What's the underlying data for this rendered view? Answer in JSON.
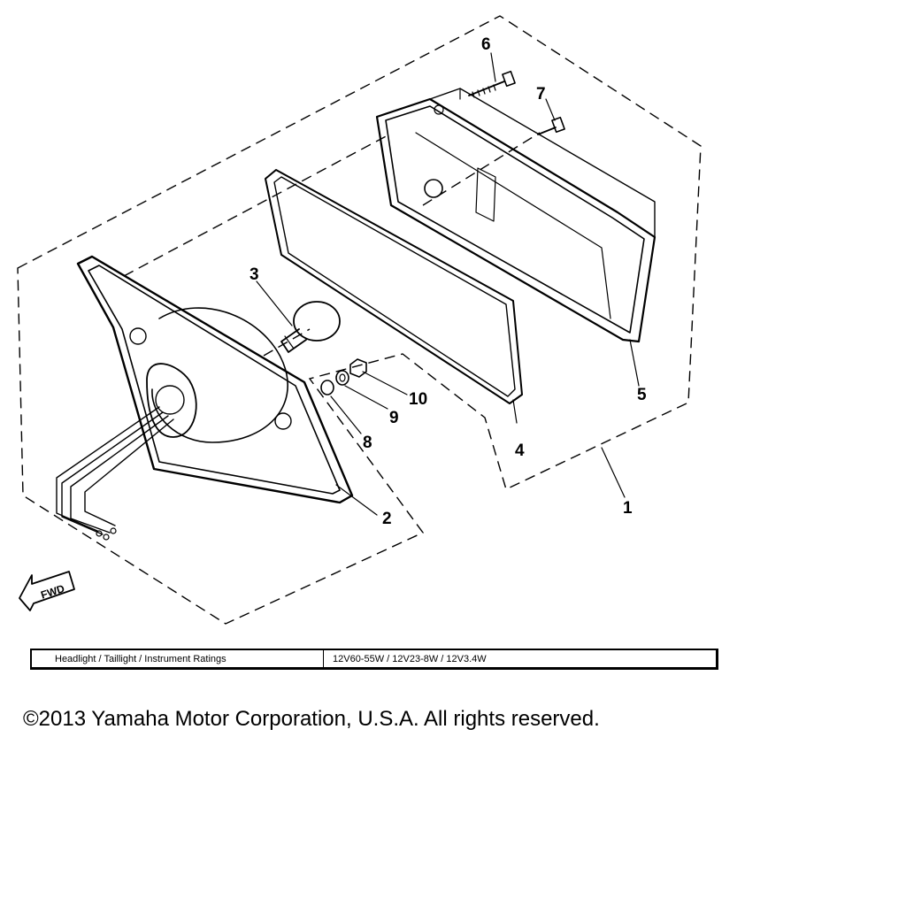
{
  "diagram": {
    "callouts": [
      "1",
      "2",
      "3",
      "4",
      "5",
      "6",
      "7",
      "8",
      "9",
      "10"
    ],
    "fwd_label": "FWD"
  },
  "ratings": {
    "label": "Headlight / Taillight / Instrument Ratings",
    "value": "12V60-55W / 12V23-8W / 12V3.4W"
  },
  "copyright": "©2013 Yamaha Motor Corporation, U.S.A. All rights reserved."
}
